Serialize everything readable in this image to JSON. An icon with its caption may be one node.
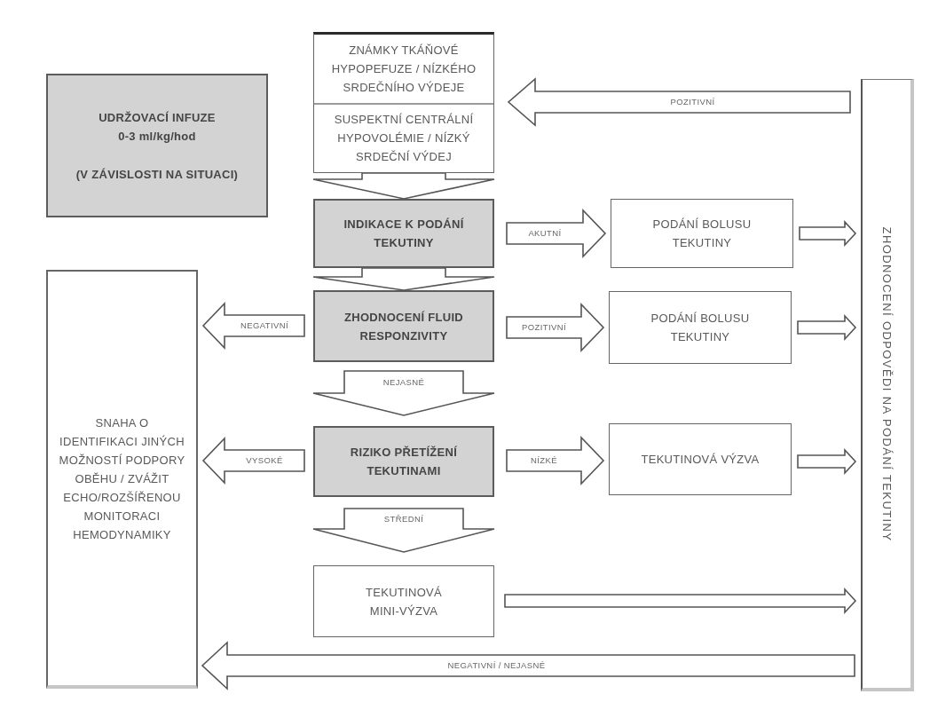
{
  "diagram": {
    "nodes": [
      {
        "text": [
          "ZNÁMKY TKÁŇOVÉ HYPOPEFUZE / NÍZKÉHO SRDEČNÍHO VÝDEJE",
          "SUSPEKTNÍ CENTRÁLNÍ HYPOVOLÉMIE / NÍZKÝ SRDEČNÍ VÝDEJ"
        ]
      },
      {
        "text": [
          "UDRŽOVACÍ INFUZE 0-3 ml/kg/hod",
          "(V ZÁVISLOSTI NA SITUACI)"
        ]
      },
      {
        "text": [
          "ZHODNOCENÍ ODPOVĚDI NA PODÁNÍ TEKUTINY"
        ]
      },
      {
        "text": [
          "INDIKACE K PODÁNÍ TEKUTINY"
        ]
      },
      {
        "text": [
          "PODÁNÍ BOLUSU TEKUTINY"
        ]
      },
      {
        "text": [
          "SNAHA O IDENTIFIKACI JINÝCH MOŽNOSTÍ PODPORY OBĚHU / ZVÁŽIT ECHO/ROZŠÍŘENOU MONITORACI HEMODYNAMIKY"
        ]
      },
      {
        "text": [
          "ZHODNOCENÍ FLUID RESPONZIVITY"
        ]
      },
      {
        "text": [
          "PODÁNÍ BOLUSU TEKUTINY"
        ]
      },
      {
        "text": [
          "RIZIKO PŘETÍŽENÍ TEKUTINAMI"
        ]
      },
      {
        "text": [
          "TEKUTINOVÁ VÝZVA"
        ]
      },
      {
        "text": [
          "TEKUTINOVÁ MINI-VÝZVA"
        ]
      }
    ],
    "edges": [
      {
        "from": 0,
        "to": 3,
        "arrow": "to"
      },
      {
        "from": 3,
        "to": 4,
        "arrow": "to",
        "label": "AKUTNÍ"
      },
      {
        "from": 3,
        "to": 6,
        "arrow": "to"
      },
      {
        "from": 6,
        "to": 5,
        "arrow": "to",
        "label": "NEGATIVNÍ"
      },
      {
        "from": 6,
        "to": 7,
        "arrow": "to",
        "label": "POZITIVNÍ"
      },
      {
        "from": 6,
        "to": 8,
        "arrow": "to",
        "label": "NEJASNÉ"
      },
      {
        "from": 8,
        "to": 5,
        "arrow": "to",
        "label": "VYSOKÉ"
      },
      {
        "from": 8,
        "to": 9,
        "arrow": "to",
        "label": "NÍZKÉ"
      },
      {
        "from": 8,
        "to": 10,
        "arrow": "to",
        "label": "STŘEDNÍ"
      },
      {
        "from": 4,
        "to": 2,
        "arrow": "to"
      },
      {
        "from": 7,
        "to": 2,
        "arrow": "to"
      },
      {
        "from": 9,
        "to": 2,
        "arrow": "to"
      },
      {
        "from": 10,
        "to": 2,
        "arrow": "to"
      },
      {
        "from": 2,
        "to": 0,
        "arrow": "to",
        "label": "POZITIVNÍ"
      },
      {
        "from": 2,
        "to": 5,
        "arrow": "to",
        "label": "NEGATIVNÍ / NEJASNÉ"
      }
    ]
  }
}
